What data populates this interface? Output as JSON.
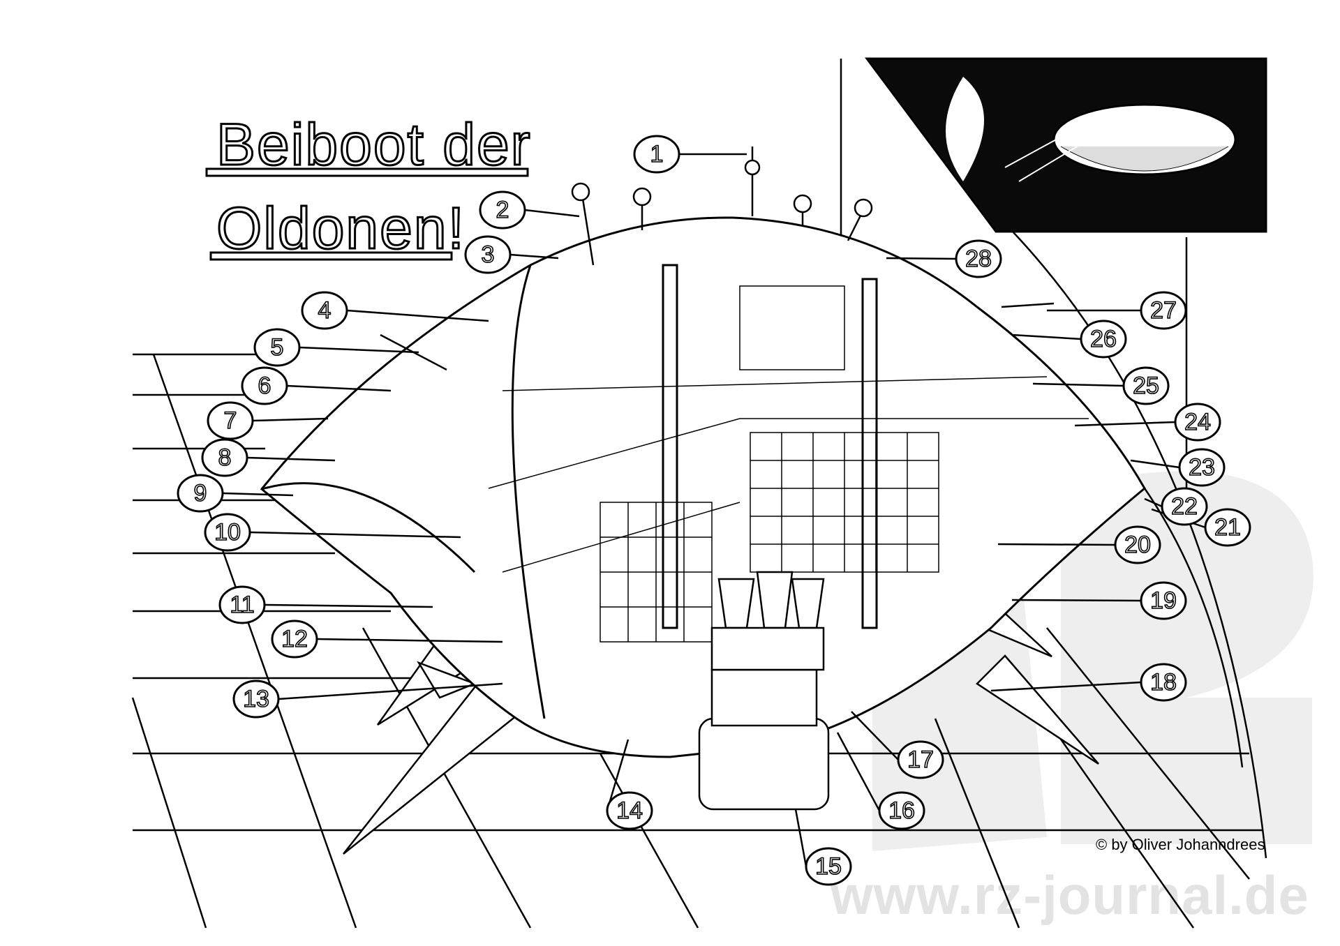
{
  "title": {
    "line1": "Beiboot der",
    "line2": "Oldonen!"
  },
  "callouts": [
    "1",
    "2",
    "3",
    "4",
    "5",
    "6",
    "7",
    "8",
    "9",
    "10",
    "11",
    "12",
    "13",
    "14",
    "15",
    "16",
    "17",
    "18",
    "19",
    "20",
    "21",
    "22",
    "23",
    "24",
    "25",
    "26",
    "27",
    "28"
  ],
  "copyright": "© by Oliver Johanndrees",
  "watermark": "www.rz-journal.de"
}
